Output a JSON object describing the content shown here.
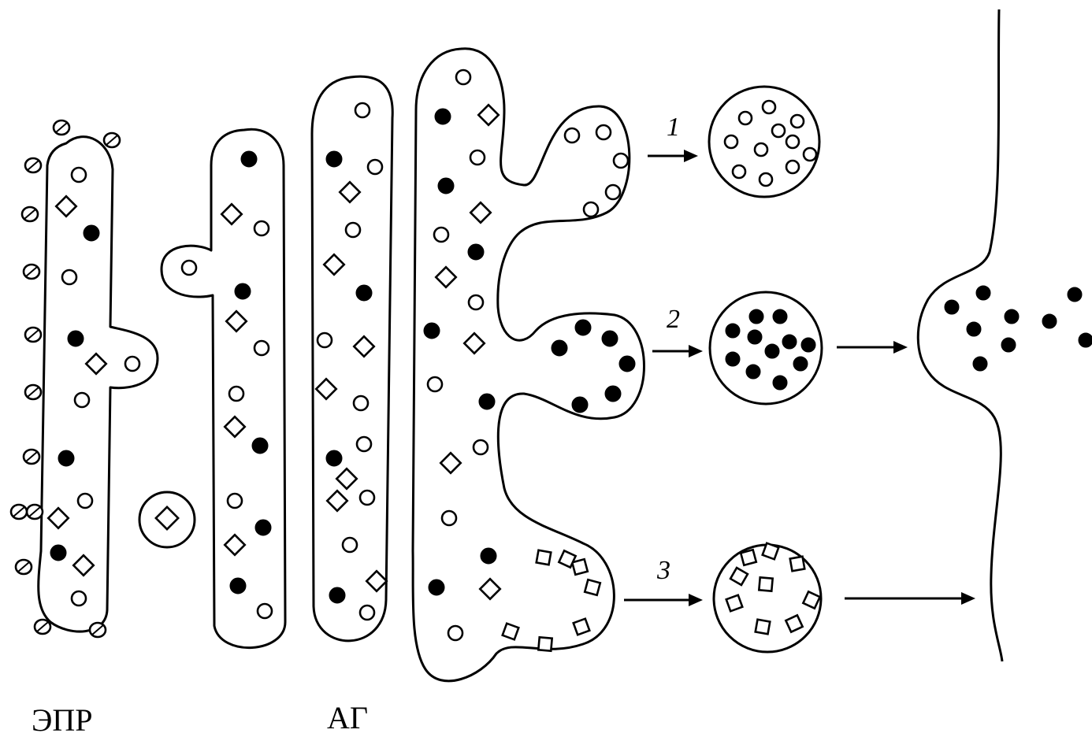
{
  "labels": {
    "er": "ЭПР",
    "golgi": "АГ"
  },
  "routes": [
    {
      "number": "1"
    },
    {
      "number": "2"
    },
    {
      "number": "3"
    }
  ],
  "colors": {
    "ink": "#000000",
    "background": "#ffffff"
  }
}
